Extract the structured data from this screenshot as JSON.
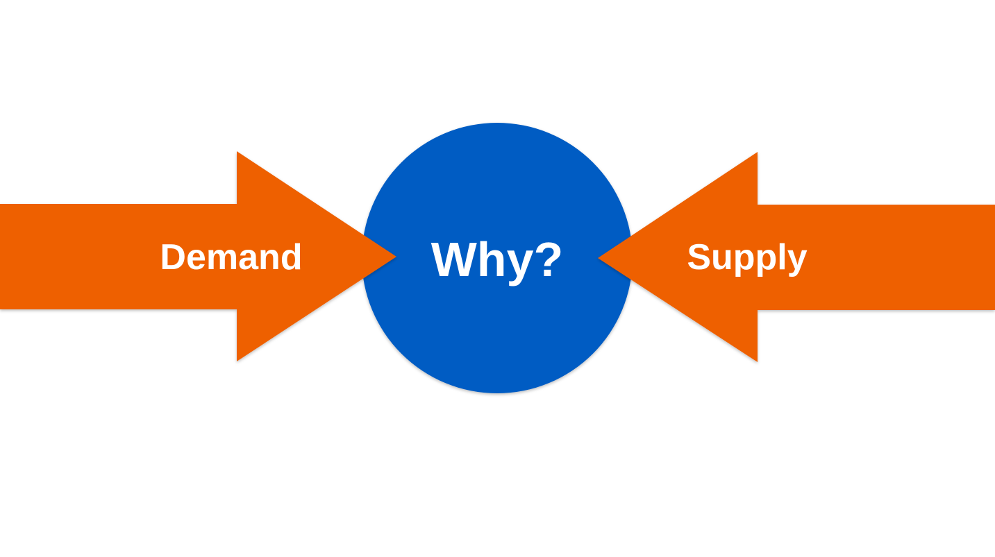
{
  "diagram": {
    "center_label": "Why?",
    "left_arrow_label": "Demand",
    "right_arrow_label": "Supply"
  },
  "colors": {
    "background": "#ffffff",
    "arrow": "#ee6006",
    "circle": "#055cc3",
    "text": "#ffffff"
  }
}
